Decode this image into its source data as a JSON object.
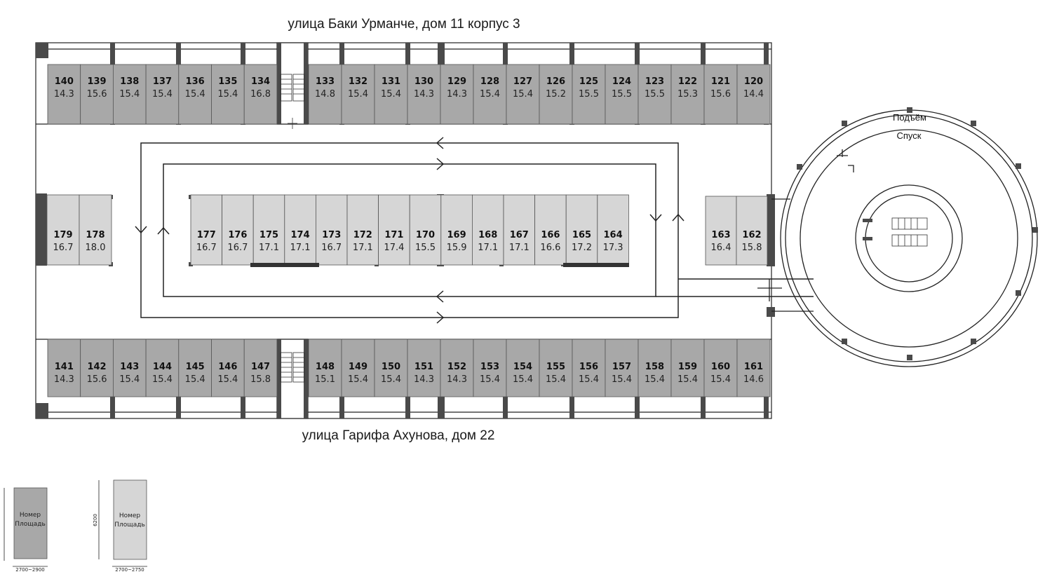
{
  "streets": {
    "top": "улица Баки Урманче, дом 11 корпус 3",
    "bottom": "улица Гарифа Ахунова, дом 22"
  },
  "ramp": {
    "up": "Подъём",
    "down": "Спуск"
  },
  "colors": {
    "large_spot": "#a8a8a8",
    "small_spot": "#d6d6d6",
    "wall": "#4a4a4a",
    "line": "#222222"
  },
  "spots": {
    "top_left": [
      {
        "num": "140",
        "area": "14.3"
      },
      {
        "num": "139",
        "area": "15.6"
      },
      {
        "num": "138",
        "area": "15.4"
      },
      {
        "num": "137",
        "area": "15.4"
      },
      {
        "num": "136",
        "area": "15.4"
      },
      {
        "num": "135",
        "area": "15.4"
      },
      {
        "num": "134",
        "area": "16.8"
      }
    ],
    "top_right": [
      {
        "num": "133",
        "area": "14.8"
      },
      {
        "num": "132",
        "area": "15.4"
      },
      {
        "num": "131",
        "area": "15.4"
      },
      {
        "num": "130",
        "area": "14.3"
      },
      {
        "num": "129",
        "area": "14.3"
      },
      {
        "num": "128",
        "area": "15.4"
      },
      {
        "num": "127",
        "area": "15.4"
      },
      {
        "num": "126",
        "area": "15.2"
      },
      {
        "num": "125",
        "area": "15.5"
      },
      {
        "num": "124",
        "area": "15.5"
      },
      {
        "num": "123",
        "area": "15.5"
      },
      {
        "num": "122",
        "area": "15.3"
      },
      {
        "num": "121",
        "area": "15.6"
      },
      {
        "num": "120",
        "area": "14.4"
      }
    ],
    "bottom_left": [
      {
        "num": "141",
        "area": "14.3"
      },
      {
        "num": "142",
        "area": "15.6"
      },
      {
        "num": "143",
        "area": "15.4"
      },
      {
        "num": "144",
        "area": "15.4"
      },
      {
        "num": "145",
        "area": "15.4"
      },
      {
        "num": "146",
        "area": "15.4"
      },
      {
        "num": "147",
        "area": "15.8"
      }
    ],
    "bottom_right": [
      {
        "num": "148",
        "area": "15.1"
      },
      {
        "num": "149",
        "area": "15.4"
      },
      {
        "num": "150",
        "area": "15.4"
      },
      {
        "num": "151",
        "area": "14.3"
      },
      {
        "num": "152",
        "area": "14.3"
      },
      {
        "num": "153",
        "area": "15.4"
      },
      {
        "num": "154",
        "area": "15.4"
      },
      {
        "num": "155",
        "area": "15.4"
      },
      {
        "num": "156",
        "area": "15.4"
      },
      {
        "num": "157",
        "area": "15.4"
      },
      {
        "num": "158",
        "area": "15.4"
      },
      {
        "num": "159",
        "area": "15.4"
      },
      {
        "num": "160",
        "area": "15.4"
      },
      {
        "num": "161",
        "area": "14.6"
      }
    ],
    "left_pair": [
      {
        "num": "179",
        "area": "16.7"
      },
      {
        "num": "178",
        "area": "18.0"
      }
    ],
    "center": [
      {
        "num": "177",
        "area": "16.7"
      },
      {
        "num": "176",
        "area": "16.7"
      },
      {
        "num": "175",
        "area": "17.1"
      },
      {
        "num": "174",
        "area": "17.1"
      },
      {
        "num": "173",
        "area": "16.7"
      },
      {
        "num": "172",
        "area": "17.1"
      },
      {
        "num": "171",
        "area": "17.4"
      },
      {
        "num": "170",
        "area": "15.5"
      },
      {
        "num": "169",
        "area": "15.9"
      },
      {
        "num": "168",
        "area": "17.1"
      },
      {
        "num": "167",
        "area": "17.1"
      },
      {
        "num": "166",
        "area": "16.6"
      },
      {
        "num": "165",
        "area": "17.2"
      },
      {
        "num": "164",
        "area": "17.3"
      }
    ],
    "right_pair": [
      {
        "num": "163",
        "area": "16.4"
      },
      {
        "num": "162",
        "area": "15.8"
      }
    ]
  },
  "legend": {
    "large": {
      "num_label": "Номер",
      "area_label": "Площадь",
      "width_dim": "2700~2900"
    },
    "small": {
      "num_label": "Номер",
      "area_label": "Площадь",
      "width_dim": "2700~2750",
      "height_dim": "6200"
    }
  }
}
